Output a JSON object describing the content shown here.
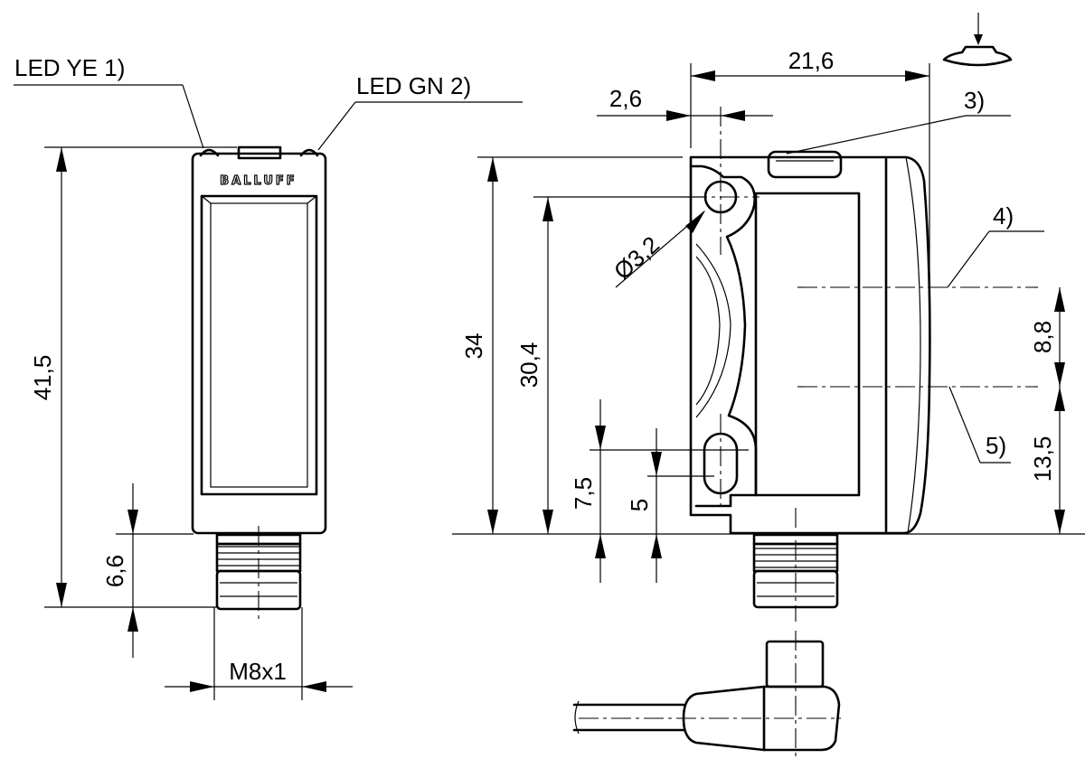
{
  "labels": {
    "led_ye": "LED YE 1)",
    "led_gn": "LED GN 2)",
    "brand": "BALLUFF",
    "dim_41_5": "41,5",
    "dim_6_6": "6,6",
    "thread": "M8x1",
    "dim_21_6": "21,6",
    "dim_2_6": "2,6",
    "note_3": "3)",
    "dim_diameter": "Ø3,2",
    "note_4": "4)",
    "note_5": "5)",
    "dim_34": "34",
    "dim_30_4": "30,4",
    "dim_7_5": "7,5",
    "dim_5": "5",
    "dim_8_8": "8,8",
    "dim_13_5": "13,5"
  }
}
